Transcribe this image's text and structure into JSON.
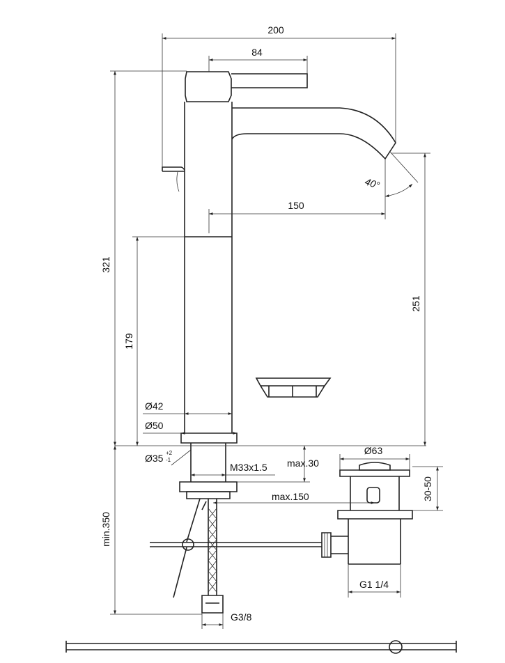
{
  "dimensions": {
    "width_total": "200",
    "lever_length": "84",
    "height_total": "321",
    "height_body": "179",
    "spout_reach": "150",
    "spout_clearance": "251",
    "spout_angle": "40°",
    "dia_body": "Ø42",
    "dia_base": "Ø50",
    "dia_hole": "Ø35",
    "dia_hole_tol_plus": "+2",
    "dia_hole_tol_minus": "-1",
    "thread": "M33x1.5",
    "deck_thickness": "max.30",
    "rod_length": "max.150",
    "hose_length": "min.350",
    "hose_thread": "G3/8",
    "waste_dia": "Ø63",
    "waste_height": "30-50",
    "waste_thread": "G1 1/4"
  }
}
